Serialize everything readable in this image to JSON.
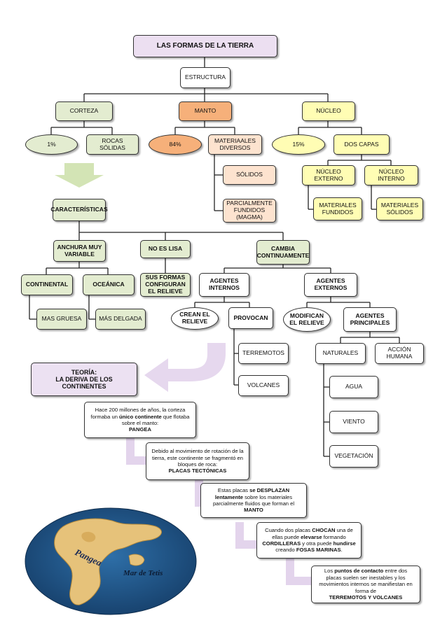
{
  "title": "LAS FORMAS DE LA TIERRA",
  "estructura": "ESTRUCTURA",
  "corteza": {
    "label": "CORTEZA",
    "pct": "1%",
    "desc": "ROCAS SÓLIDAS"
  },
  "manto": {
    "label": "MANTO",
    "pct": "84%",
    "desc": "MATERIAALES DIVERSOS",
    "solidos": "SÓLIDOS",
    "fundidos": "PARCIALMENTE FUNDIDOS (MAGMA)"
  },
  "nucleo": {
    "label": "NÚCLEO",
    "pct": "15%",
    "desc": "DOS CAPAS",
    "externo": "NÚCLEO EXTERNO",
    "interno": "NÚCLEO INTERNO",
    "externo_mat": "MATERIALES FUNDIDOS",
    "interno_mat": "MATERIALES SÓLIDOS"
  },
  "caracteristicas": "CARACTERÍSTICAS",
  "anchura": "ANCHURA MUY VARIABLE",
  "continental": "CONTINENTAL",
  "oceanica": "OCEÁNICA",
  "mas_gruesa": "MAS GRUESA",
  "mas_delgada": "MÁS DELGADA",
  "no_lisa": "NO ES LISA",
  "sus_formas": "SUS FORMAS CONFIGURAN EL RELIEVE",
  "cambia": "CAMBIA CONTINUAMENTE",
  "agentes_internos": "AGENTES INTERNOS",
  "crean": "CREAN EL RELIEVE",
  "provocan": "PROVOCAN",
  "terremotos": "TERREMOTOS",
  "volcanes": "VOLCANES",
  "agentes_externos": "AGENTES EXTERNOS",
  "modifican": "MODIFICAN EL RELIEVE",
  "principales": "AGENTES PRINCIPALES",
  "naturales": "NATURALES",
  "humana": "ACCIÓN HUMANA",
  "agua": "AGUA",
  "viento": "VIENTO",
  "vegetacion": "VEGETACIÓN",
  "teoria": {
    "line1": "TEORÍA:",
    "line2": "LA DERIVA DE LOS CONTINENTES"
  },
  "note1": {
    "a": "Hace 200 millones de años, la corteza formaba un ",
    "b": "único continente",
    "c": " que flotaba sobre el manto:",
    "d": "PANGEA"
  },
  "note2": {
    "a": "Debido al movimiento de rotación de la tierra, este continente se fragmentó en bloques de roca:",
    "b": "PLACAS TECTÓNICAS"
  },
  "note3": {
    "a": "Estas placas ",
    "b": "se DESPLAZAN lentamente",
    "c": " sobre los materiales parcialmente fluidos que forman el ",
    "d": "MANTO"
  },
  "note4": {
    "a": "Cuando dos placas ",
    "b": "CHOCAN",
    "c": " una de ellas puede ",
    "d": "elevarse",
    "e": " formando ",
    "f": "CORDILLERAS",
    "g": " y otra puede ",
    "h": "hundirse",
    "i": " creando ",
    "j": "FOSAS MARINAS",
    "k": "."
  },
  "note5": {
    "a": "Los ",
    "b": "puntos de contacto",
    "c": " entre dos placas suelen ser inestables y los movimientos internos se manifiestan en forma de",
    "d": "TERREMOTOS Y VOLCANES"
  },
  "map": {
    "pangea": "Pangea",
    "tetis": "Mar de Tetis"
  },
  "colors": {
    "green": "#e3ecd0",
    "orange": "#f6b07a",
    "yellow": "#fffdb4",
    "peach": "#fde3cf",
    "lavender": "#ece1f2"
  }
}
